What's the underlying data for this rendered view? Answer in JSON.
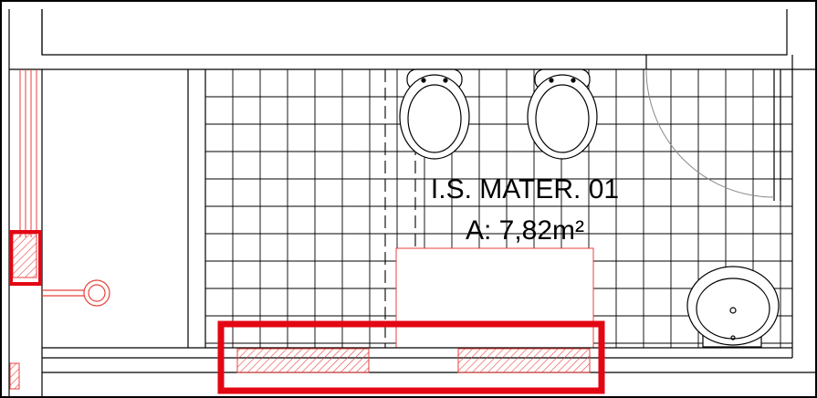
{
  "room": {
    "name": "I.S. MATER. 01",
    "area": "A: 7,82m²"
  },
  "colors": {
    "line": "#000000",
    "red_line": "#e8413c",
    "highlight": "#e30613",
    "hatch": "#e8413c",
    "grid": "#000000",
    "background": "#ffffff"
  },
  "fixtures": [
    {
      "type": "toilet",
      "icon": "toilet-icon"
    },
    {
      "type": "toilet",
      "icon": "toilet-icon"
    },
    {
      "type": "washbasin",
      "icon": "washbasin-icon"
    },
    {
      "type": "door-swing",
      "icon": "door-swing-icon"
    },
    {
      "type": "hose-reel",
      "icon": "hose-reel-icon"
    }
  ],
  "highlights": [
    {
      "name": "left-wall-opening-highlight"
    },
    {
      "name": "bottom-wall-openings-highlight"
    }
  ]
}
